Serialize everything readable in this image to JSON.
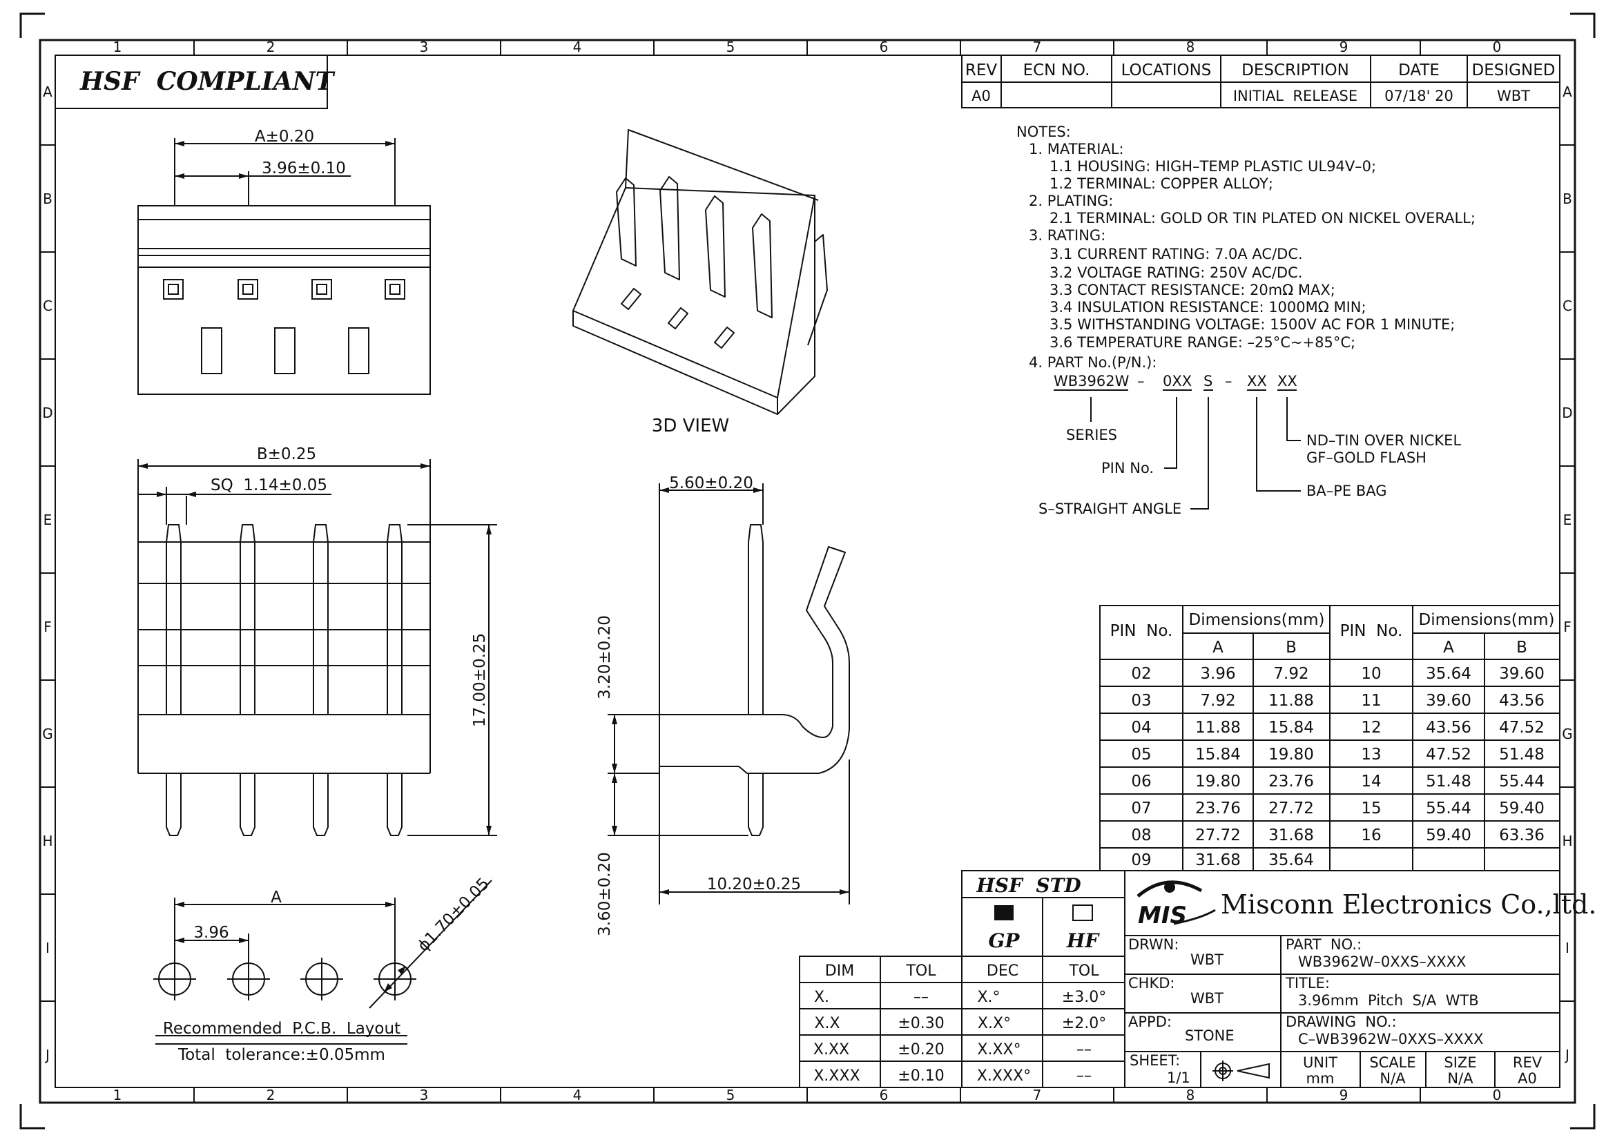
{
  "grid": {
    "columns": [
      "1",
      "2",
      "3",
      "4",
      "5",
      "6",
      "7",
      "8",
      "9",
      "0"
    ],
    "rows": [
      "A",
      "B",
      "C",
      "D",
      "E",
      "F",
      "G",
      "H",
      "I",
      "J"
    ]
  },
  "compliance_label": "HSF  COMPLIANT",
  "revision_block": {
    "headers": [
      "REV",
      "ECN NO.",
      "LOCATIONS",
      "DESCRIPTION",
      "DATE",
      "DESIGNED"
    ],
    "row": [
      "A0",
      "",
      "",
      "INITIAL  RELEASE",
      "07/18' 20",
      "WBT"
    ]
  },
  "notes": {
    "heading": "NOTES:",
    "lines": [
      "1. MATERIAL:",
      "1.1 HOUSING: HIGH–TEMP PLASTIC UL94V–0;",
      "1.2 TERMINAL: COPPER ALLOY;",
      "2. PLATING:",
      "2.1 TERMINAL: GOLD OR TIN PLATED ON NICKEL OVERALL;",
      "3. RATING:",
      "3.1 CURRENT RATING: 7.0A AC/DC.",
      "3.2 VOLTAGE RATING: 250V AC/DC.",
      "3.3 CONTACT RESISTANCE: 20mΩ MAX;",
      "3.4 INSULATION RESISTANCE: 1000MΩ MIN;",
      "3.5 WITHSTANDING VOLTAGE: 1500V AC FOR 1 MINUTE;",
      "3.6 TEMPERATURE RANGE: –25°C~+85°C;",
      "4. PART No.(P/N.):"
    ]
  },
  "part_number_code": {
    "series_code": "WB3962W",
    "pin_code": "0XX",
    "angle_code": "S",
    "bag_code": "XX",
    "plating_code": "XX",
    "dash": "–",
    "series_label": "SERIES",
    "pin_label": "PIN No.",
    "angle_label": "S–STRAIGHT ANGLE",
    "bag_label": "BA–PE BAG",
    "plating_line1": "ND–TIN OVER NICKEL",
    "plating_line2": "GF–GOLD FLASH"
  },
  "views": {
    "top_dim_a": "A±0.20",
    "top_dim_pitch": "3.96±0.10",
    "view_3d_label": "3D VIEW",
    "front_dim_b": "B±0.25",
    "front_dim_sq": "SQ  1.14±0.05",
    "front_dim_height": "17.00±0.25",
    "side_dim_top": "5.60±0.20",
    "side_dim_upper": "3.20±0.20",
    "side_dim_lower": "3.60±0.20",
    "side_dim_length": "10.20±0.25",
    "pcb_dim_a": "A",
    "pcb_dim_pitch": "3.96",
    "pcb_dim_hole": "ϕ1.70±0.05",
    "pcb_title": "Recommended  P.C.B.  Layout",
    "pcb_tolerance": "Total  tolerance:±0.05mm"
  },
  "pin_table": {
    "pin_header": "PIN  No.",
    "dim_header": "Dimensions(mm)",
    "col_a": "A",
    "col_b": "B",
    "left_rows": [
      [
        "02",
        "3.96",
        "7.92"
      ],
      [
        "03",
        "7.92",
        "11.88"
      ],
      [
        "04",
        "11.88",
        "15.84"
      ],
      [
        "05",
        "15.84",
        "19.80"
      ],
      [
        "06",
        "19.80",
        "23.76"
      ],
      [
        "07",
        "23.76",
        "27.72"
      ],
      [
        "08",
        "27.72",
        "31.68"
      ],
      [
        "09",
        "31.68",
        "35.64"
      ]
    ],
    "right_rows": [
      [
        "10",
        "35.64",
        "39.60"
      ],
      [
        "11",
        "39.60",
        "43.56"
      ],
      [
        "12",
        "43.56",
        "47.52"
      ],
      [
        "13",
        "47.52",
        "51.48"
      ],
      [
        "14",
        "51.48",
        "55.44"
      ],
      [
        "15",
        "55.44",
        "59.40"
      ],
      [
        "16",
        "59.40",
        "63.36"
      ],
      [
        "",
        "",
        ""
      ]
    ]
  },
  "tolerance_table": {
    "headers": [
      "DIM",
      "TOL"
    ],
    "rows": [
      [
        "X.",
        "––"
      ],
      [
        "X.X",
        "±0.30"
      ],
      [
        "X.XX",
        "±0.20"
      ],
      [
        "X.XXX",
        "±0.10"
      ]
    ]
  },
  "hsf_std": {
    "title": "HSF  STD",
    "gp_label": "GP",
    "hf_label": "HF",
    "headers": [
      "DEC",
      "TOL"
    ],
    "rows": [
      [
        "X.°",
        "±3.0°"
      ],
      [
        "X.X°",
        "±2.0°"
      ],
      [
        "X.XX°",
        "––"
      ],
      [
        "X.XXX°",
        "––"
      ]
    ]
  },
  "title_block": {
    "logo_text": "MIS",
    "company": "Misconn Electronics Co.,ltd.",
    "drawn_label": "DRWN:",
    "drawn_value": "WBT",
    "checked_label": "CHKD:",
    "checked_value": "WBT",
    "approved_label": "APPD:",
    "approved_value": "STONE",
    "part_no_label": "PART  NO.:",
    "part_no_value": "WB3962W–0XXS–XXXX",
    "title_label": "TITLE:",
    "title_value": "3.96mm  Pitch  S/A  WTB",
    "drawing_no_label": "DRAWING  NO.:",
    "drawing_no_value": "C–WB3962W–0XXS–XXXX",
    "sheet_label": "SHEET:",
    "sheet_value": "1/1",
    "unit_label": "UNIT",
    "unit_value": "mm",
    "scale_label": "SCALE",
    "scale_value": "N/A",
    "size_label": "SIZE",
    "size_value": "N/A",
    "rev_label": "REV",
    "rev_value": "A0"
  }
}
